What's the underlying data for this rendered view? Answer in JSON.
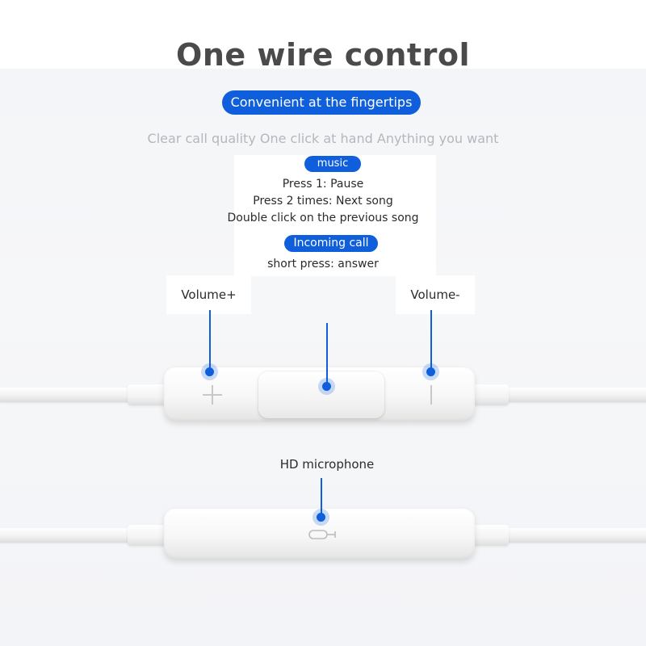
{
  "header": {
    "title": "One wire control",
    "tagline": "Convenient at the fingertips",
    "subtitle": "Clear call quality One click at hand Anything you want"
  },
  "music": {
    "label": "music",
    "lines": [
      "Press 1: Pause",
      "Press 2 times: Next song",
      "Double click on the previous song"
    ]
  },
  "call": {
    "label": "Incoming call",
    "line": "short press: answer"
  },
  "remote": {
    "volume_up_label": "Volume+",
    "volume_down_label": "Volume-",
    "plus_icon": "plus-icon",
    "minus_icon": "minus-icon"
  },
  "microphone": {
    "label": "HD microphone",
    "icon": "microphone-icon"
  },
  "colors": {
    "accent": "#0f5fdc",
    "title": "#4a4a4a",
    "subtitle": "#b4b7bd",
    "text": "#2b2b2b"
  }
}
